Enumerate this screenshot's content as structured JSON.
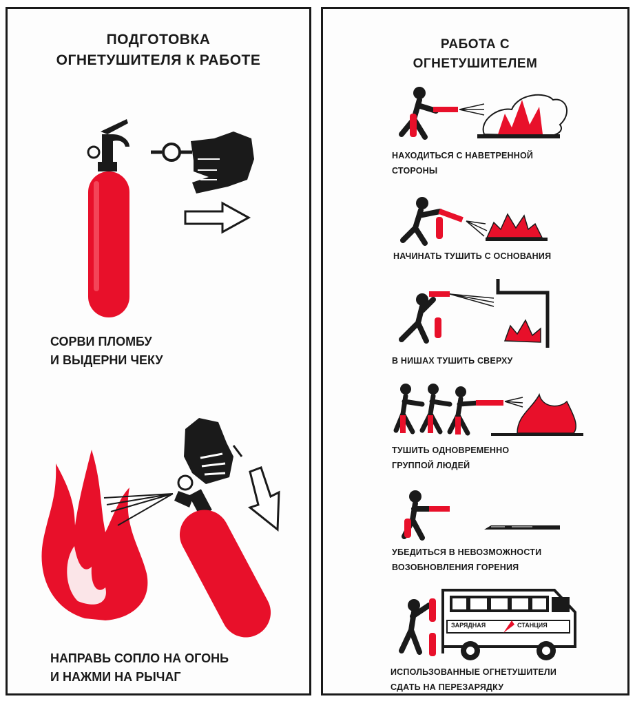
{
  "left": {
    "title_line1": "ПОДГОТОВКА",
    "title_line2": "ОГНЕТУШИТЕЛЯ К РАБОТЕ",
    "step1_line1": "СОРВИ ПЛОМБУ",
    "step1_line2": "И ВЫДЕРНИ ЧЕКУ",
    "step2_line1": "НАПРАВЬ СОПЛО НА ОГОНЬ",
    "step2_line2": "И НАЖМИ НА РЫЧАГ"
  },
  "right": {
    "title_line1": "РАБОТА С",
    "title_line2": "ОГНЕТУШИТЕЛЕМ",
    "items": [
      {
        "line1": "НАХОДИТЬСЯ С НАВЕТРЕННОЙ",
        "line2": "СТОРОНЫ"
      },
      {
        "line1": "НАЧИНАТЬ ТУШИТЬ С ОСНОВАНИЯ",
        "line2": ""
      },
      {
        "line1": "В НИШАХ ТУШИТЬ СВЕРХУ",
        "line2": ""
      },
      {
        "line1": "ТУШИТЬ ОДНОВРЕМЕННО",
        "line2": "ГРУППОЙ ЛЮДЕЙ"
      },
      {
        "line1": "УБЕДИТЬСЯ В НЕВОЗМОЖНОСТИ",
        "line2": "ВОЗОБНОВЛЕНИЯ ГОРЕНИЯ"
      },
      {
        "line1": "ИСПОЛЬЗОВАННЫЕ ОГНЕТУШИТЕЛИ",
        "line2": "СДАТЬ НА ПЕРЕЗАРЯДКУ"
      }
    ],
    "van_label_left": "ЗАРЯДНАЯ",
    "van_label_right": "СТАНЦИЯ"
  },
  "colors": {
    "red": "#e8102a",
    "ink": "#1a1a1a",
    "paper": "#fdfdfd"
  },
  "icons": [
    "extinguisher-icon",
    "hand-pin-icon",
    "arrow-right-icon",
    "flame-icon",
    "hand-lever-icon",
    "arrow-down-icon",
    "firefighter-icon",
    "van-icon"
  ]
}
